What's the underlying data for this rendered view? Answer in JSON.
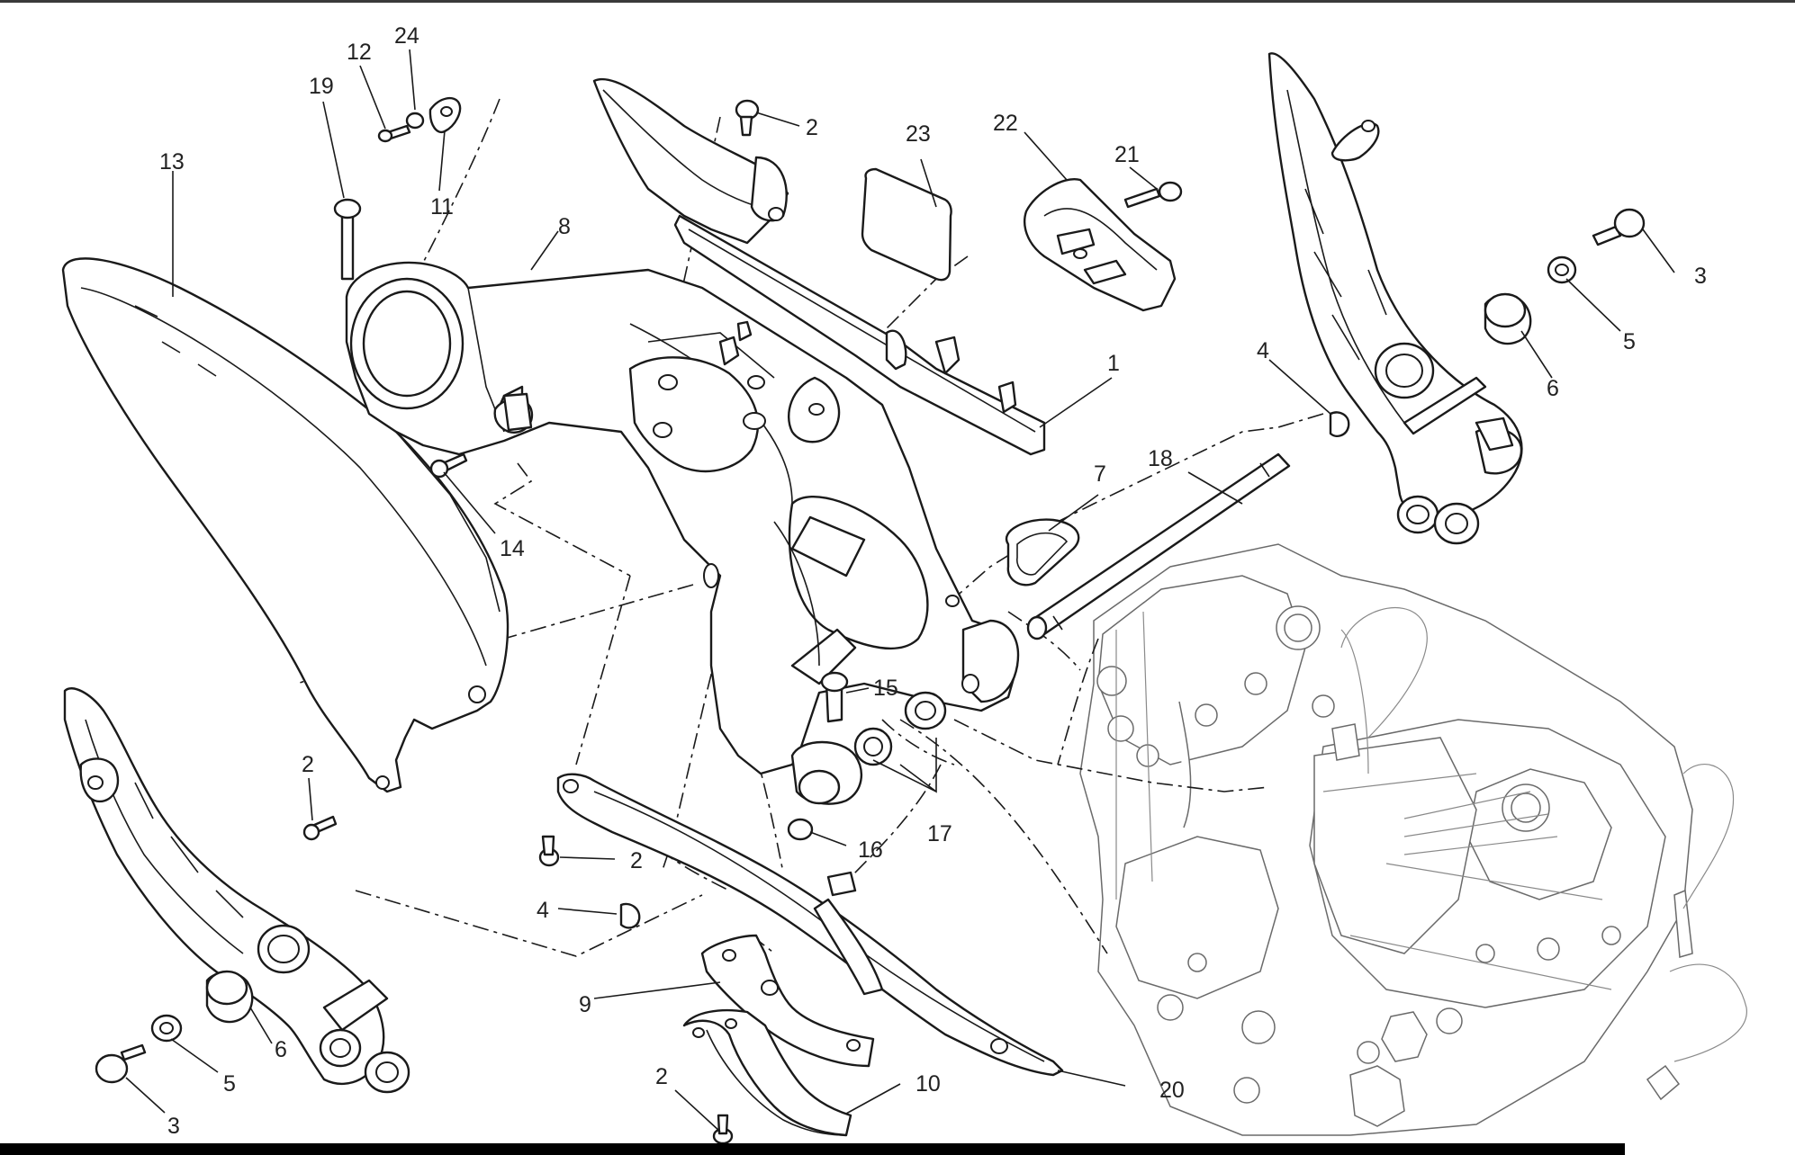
{
  "diagram": {
    "callouts": [
      {
        "id": "c12",
        "text": "12"
      },
      {
        "id": "c24",
        "text": "24"
      },
      {
        "id": "c19",
        "text": "19"
      },
      {
        "id": "c11",
        "text": "11"
      },
      {
        "id": "c13",
        "text": "13"
      },
      {
        "id": "c8",
        "text": "8"
      },
      {
        "id": "c2a",
        "text": "2"
      },
      {
        "id": "c23",
        "text": "23"
      },
      {
        "id": "c22",
        "text": "22"
      },
      {
        "id": "c21",
        "text": "21"
      },
      {
        "id": "c3a",
        "text": "3"
      },
      {
        "id": "c5a",
        "text": "5"
      },
      {
        "id": "c6a",
        "text": "6"
      },
      {
        "id": "c4a",
        "text": "4"
      },
      {
        "id": "c1",
        "text": "1"
      },
      {
        "id": "c14",
        "text": "14"
      },
      {
        "id": "c7",
        "text": "7"
      },
      {
        "id": "c18",
        "text": "18"
      },
      {
        "id": "c15",
        "text": "15"
      },
      {
        "id": "c2b",
        "text": "2"
      },
      {
        "id": "c17",
        "text": "17"
      },
      {
        "id": "c2c",
        "text": "2"
      },
      {
        "id": "c16",
        "text": "16"
      },
      {
        "id": "c4b",
        "text": "4"
      },
      {
        "id": "c9",
        "text": "9"
      },
      {
        "id": "c6b",
        "text": "6"
      },
      {
        "id": "c5b",
        "text": "5"
      },
      {
        "id": "c3b",
        "text": "3"
      },
      {
        "id": "c2d",
        "text": "2"
      },
      {
        "id": "c10",
        "text": "10"
      },
      {
        "id": "c20",
        "text": "20"
      }
    ]
  }
}
